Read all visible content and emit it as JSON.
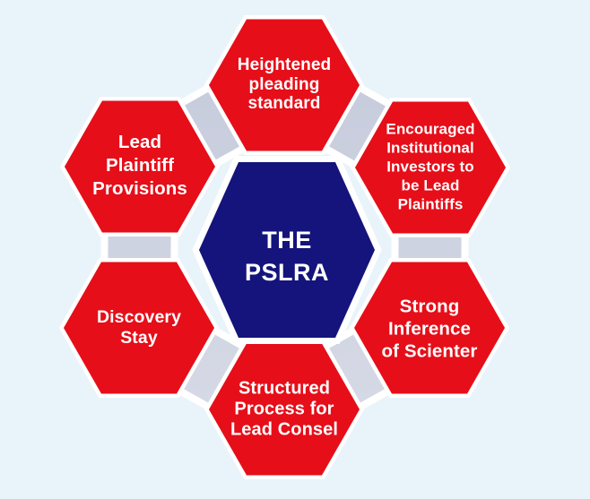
{
  "colors": {
    "bg": "#e9f3fa",
    "red": "#e60e19",
    "navy": "#14147c",
    "stroke": "#ffffff",
    "text": "#ffffff",
    "connector_top": "#c4c9da",
    "connector_bottom": "#d9dde8"
  },
  "diagram": {
    "center": {
      "id": "the-pslra",
      "label": "THE\nPSLRA"
    },
    "nodes": [
      {
        "id": "heightened-pleading-standard",
        "position": "top",
        "label": "Heightened\npleading\nstandard"
      },
      {
        "id": "encouraged-institutional-investors",
        "position": "top-right",
        "label": "Encouraged\nInstitutional\nInvestors to\nbe Lead\nPlaintiffs"
      },
      {
        "id": "strong-inference-of-scienter",
        "position": "bottom-right",
        "label": "Strong\nInference\nof Scienter"
      },
      {
        "id": "structured-process-lead-consel",
        "position": "bottom",
        "label": "Structured\nProcess for\nLead Consel"
      },
      {
        "id": "discovery-stay",
        "position": "bottom-left",
        "label": "Discovery\nStay"
      },
      {
        "id": "lead-plaintiff-provisions",
        "position": "top-left",
        "label": "Lead\nPlaintiff\nProvisions"
      }
    ]
  }
}
